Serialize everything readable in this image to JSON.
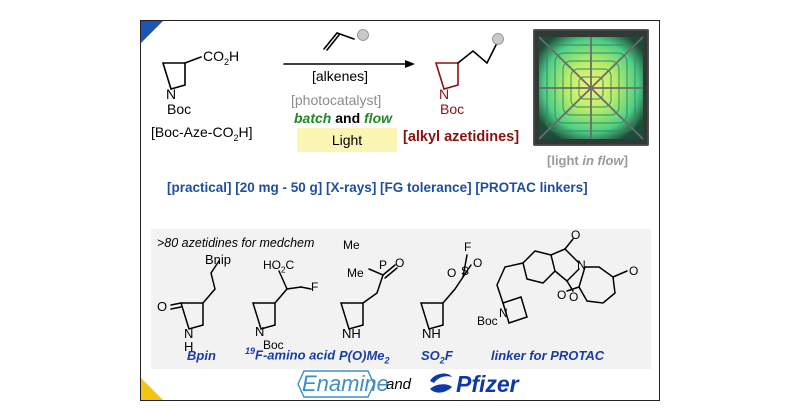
{
  "scheme": {
    "reagent_top": "[alkenes]",
    "photocatalyst": "[photocatalyst]",
    "batch": "batch",
    "and": "and",
    "flow": "flow",
    "light": "Light",
    "sm_name": "[Boc-Aze-CO",
    "sm_name_sub": "2",
    "sm_name_end": "H]",
    "product_name": "[alkyl azetidines]",
    "light_flow_pre": "[light ",
    "light_flow_it": "in flow",
    "light_flow_post": "]",
    "sm_acid": "CO",
    "sm_acid_sub": "2",
    "sm_acid_end": "H",
    "n_label": "N",
    "boc_label": "Boc"
  },
  "tags": "[practical] [20 mg - 50 g] [X-rays] [FG tolerance] [PROTAC linkers]",
  "examples": {
    "headline": ">80 azetidines for medchem",
    "compounds": [
      {
        "caption": "Bpin",
        "label": "Bnip"
      },
      {
        "caption_sup": "19",
        "caption": "F-amino acid"
      },
      {
        "caption": "P(O)Me",
        "caption_sub": "2"
      },
      {
        "caption": "SO",
        "caption_sub": "2",
        "caption_end": "F"
      },
      {
        "caption": "linker for PROTAC"
      }
    ],
    "atoms": {
      "o": "O",
      "nh": "H",
      "n": "N",
      "boc": "Boc",
      "ho2c": "HO",
      "ho2c_sub": "2",
      "ho2c_end": "C",
      "f": "F",
      "me": "Me",
      "p": "P",
      "s": "S"
    }
  },
  "logos": {
    "enamine": "Enamine",
    "and": "and",
    "pfizer": "Pfizer"
  }
}
